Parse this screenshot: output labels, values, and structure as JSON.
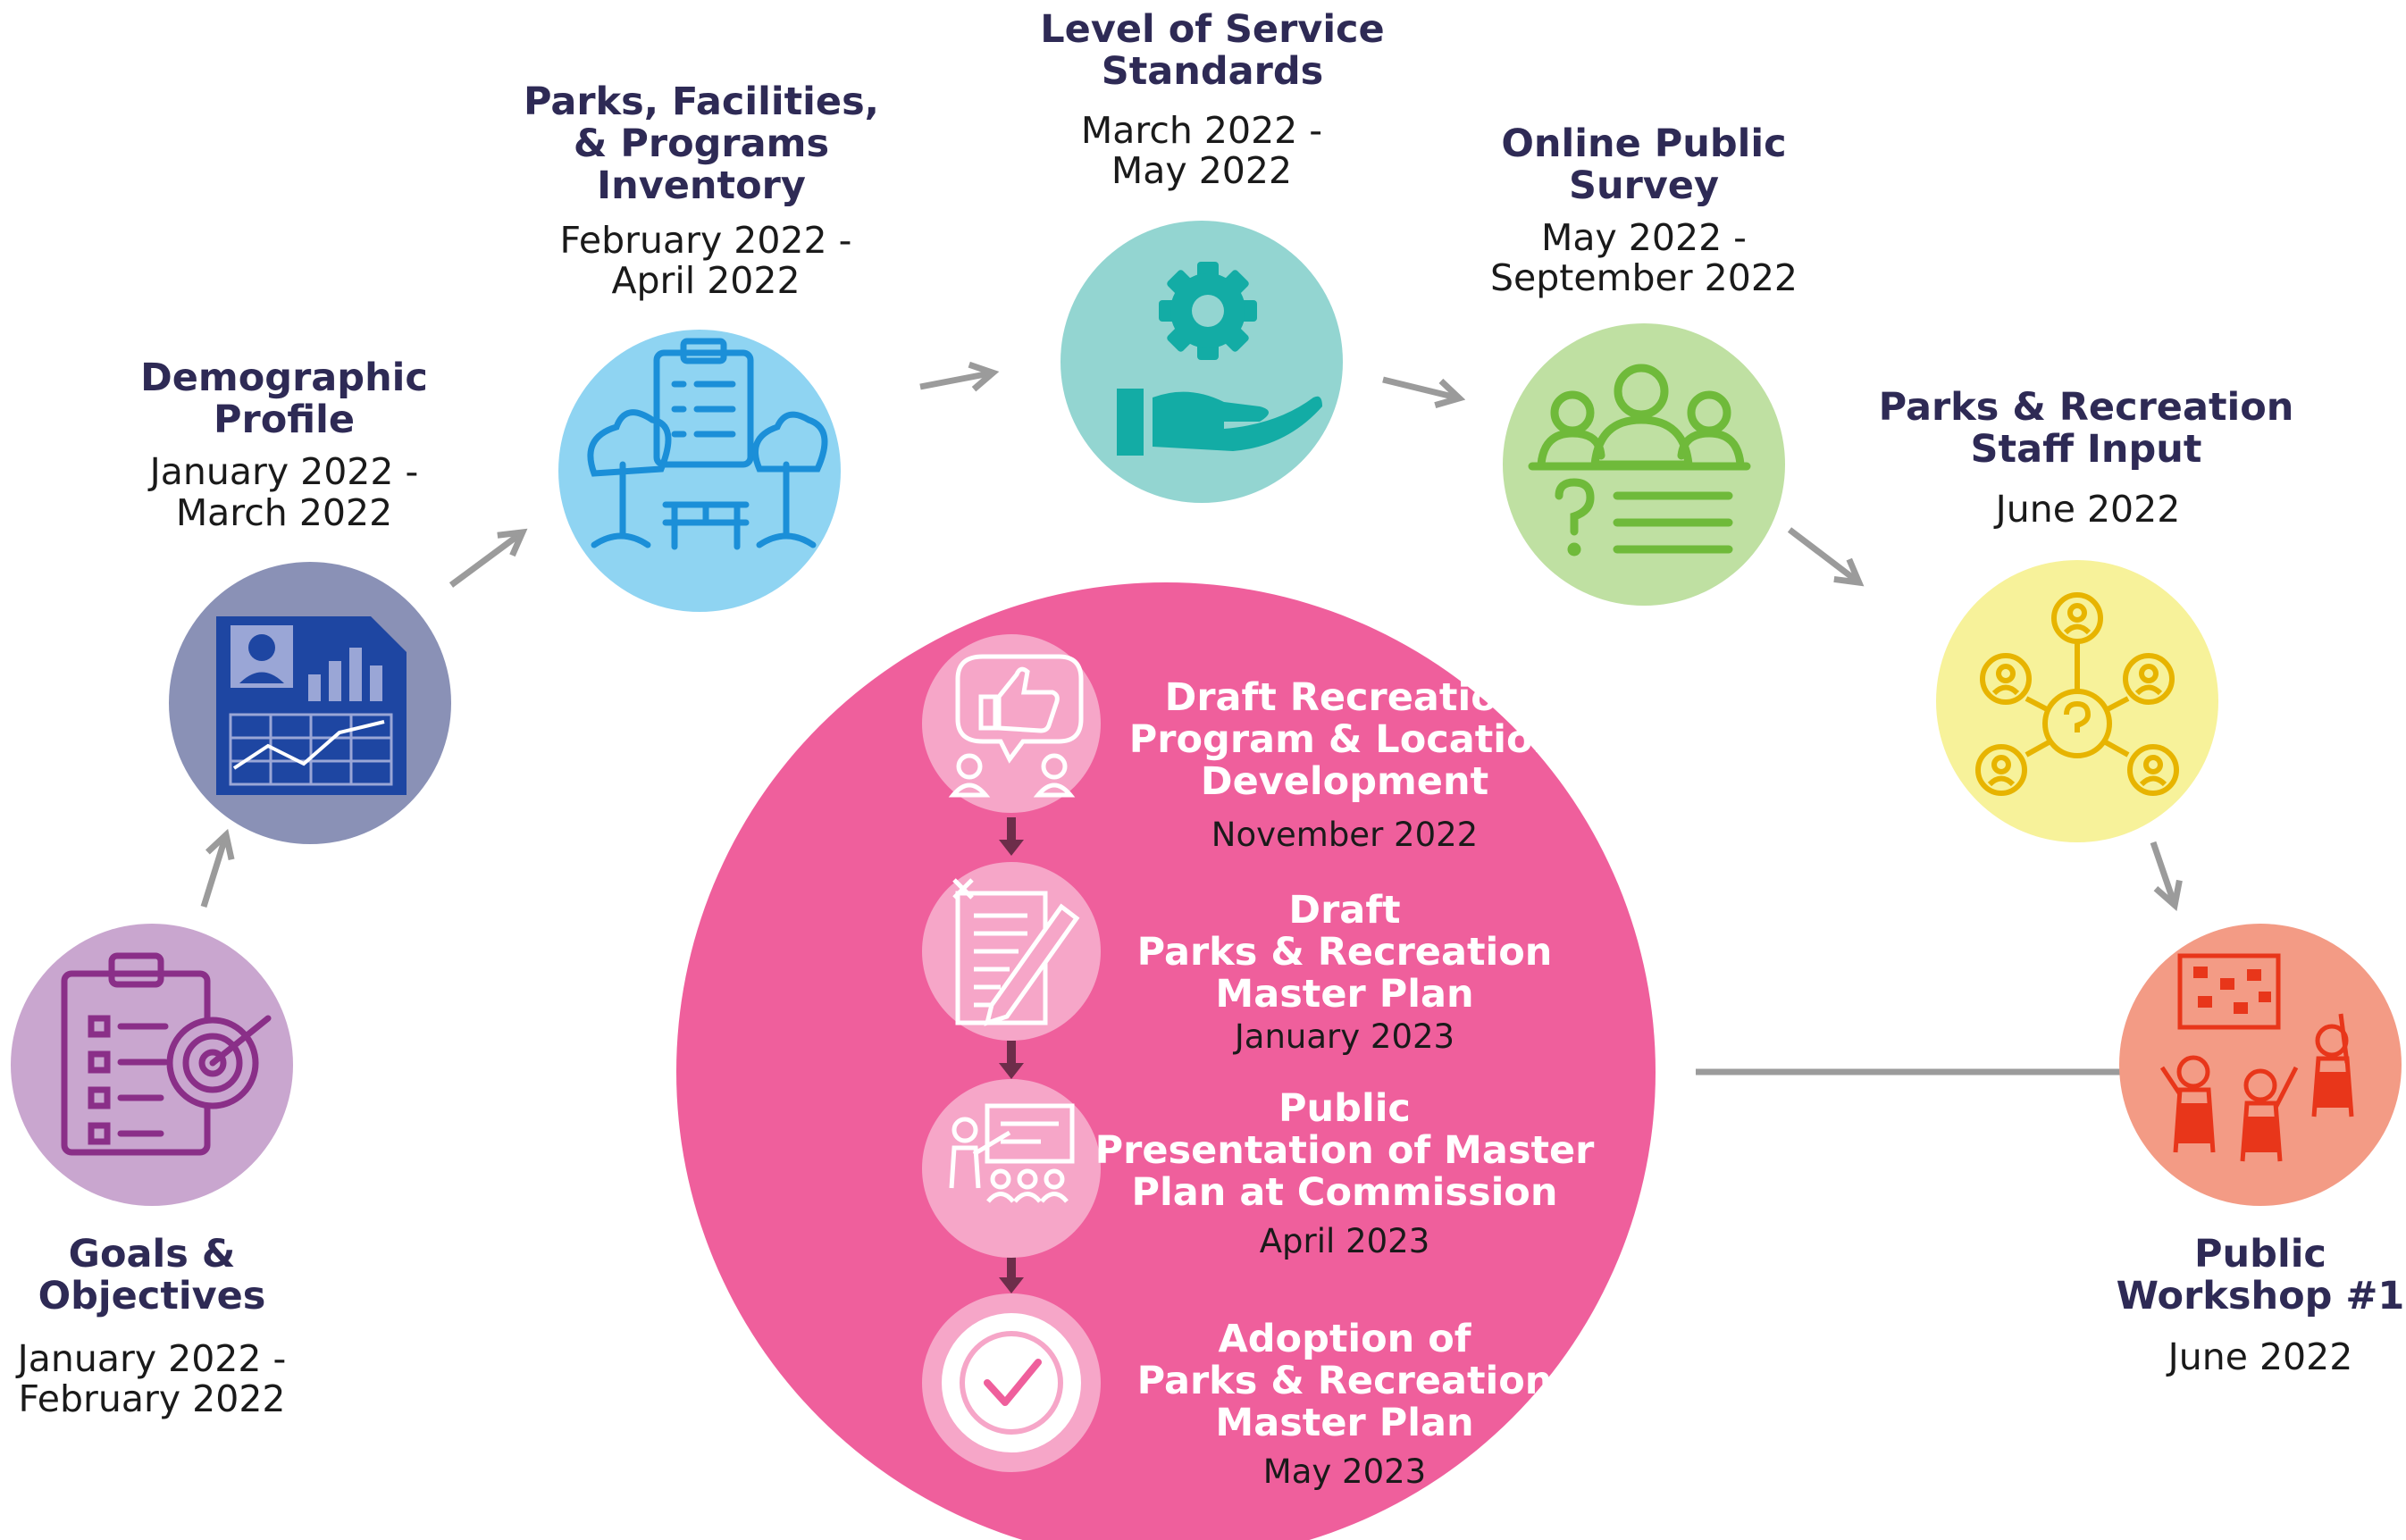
{
  "colors": {
    "goals": "#c9a6cf",
    "demographic": "#8a91b6",
    "inventory": "#8fd4f2",
    "standards": "#93d5d1",
    "survey": "#bfe0a2",
    "staff": "#f7f29a",
    "workshop": "#f39b85",
    "big_circle": "#ef5f9c",
    "inner_circle": "#f6a6c8",
    "arrow": "#9b9b9b",
    "title_text": "#2e2a55"
  },
  "steps": [
    {
      "id": "goals",
      "title": [
        "Goals &",
        "Objectives"
      ],
      "date": [
        "January 2022 -",
        "February 2022"
      ],
      "icon": "clipboard-target-icon"
    },
    {
      "id": "demographic",
      "title": [
        "Demographic",
        "Profile"
      ],
      "date": [
        "January 2022 -",
        "March 2022"
      ],
      "icon": "profile-chart-icon"
    },
    {
      "id": "inventory",
      "title": [
        "Parks, Facilities,",
        "& Programs",
        "Inventory"
      ],
      "date": [
        "February 2022 -",
        "April 2022"
      ],
      "icon": "park-checklist-icon"
    },
    {
      "id": "standards",
      "title": [
        "Level of Service",
        "Standards"
      ],
      "date": [
        "March 2022 -",
        "May 2022"
      ],
      "icon": "gear-hand-icon"
    },
    {
      "id": "survey",
      "title": [
        "Online Public",
        "Survey"
      ],
      "date": [
        "May 2022 -",
        "September 2022"
      ],
      "icon": "group-question-icon"
    },
    {
      "id": "staff",
      "title": [
        "Parks & Recreation",
        "Staff Input"
      ],
      "date": [
        "June 2022"
      ],
      "icon": "network-people-icon"
    },
    {
      "id": "workshop",
      "title": [
        "Public",
        "Workshop #1"
      ],
      "date": [
        "June 2022"
      ],
      "icon": "workshop-people-icon"
    }
  ],
  "center_steps": [
    {
      "title": [
        "Draft Recreation",
        "Program & Location",
        "Development"
      ],
      "date": "November 2022",
      "icon": "thumbs-up-discussion-icon"
    },
    {
      "title": [
        "Draft",
        "Parks & Recreation",
        "Master Plan"
      ],
      "date": "January 2023",
      "icon": "document-pencil-icon"
    },
    {
      "title": [
        "Public",
        "Presentation of Master",
        "Plan at Commission"
      ],
      "date": "April 2023",
      "icon": "presentation-audience-icon"
    },
    {
      "title": [
        "Adoption of",
        "Parks & Recreation",
        "Master Plan"
      ],
      "date": "May 2023",
      "icon": "checkmark-icon"
    }
  ]
}
